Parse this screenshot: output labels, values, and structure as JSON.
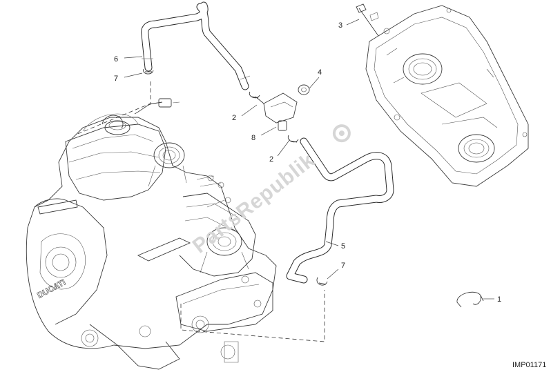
{
  "diagram_code": "IMP01171",
  "watermark": "PartsRepublik",
  "callouts": [
    {
      "id": "c1",
      "label": "1"
    },
    {
      "id": "c2a",
      "label": "2"
    },
    {
      "id": "c2b",
      "label": "2"
    },
    {
      "id": "c3",
      "label": "3"
    },
    {
      "id": "c4",
      "label": "4"
    },
    {
      "id": "c5",
      "label": "5"
    },
    {
      "id": "c6",
      "label": "6"
    },
    {
      "id": "c7a",
      "label": "7"
    },
    {
      "id": "c7b",
      "label": "7"
    },
    {
      "id": "c8",
      "label": "8"
    }
  ],
  "engine_logo_text": "DUCATI",
  "colors": {
    "line": "#3a3a3a",
    "watermark": "#d6d6d6",
    "background": "#ffffff"
  }
}
